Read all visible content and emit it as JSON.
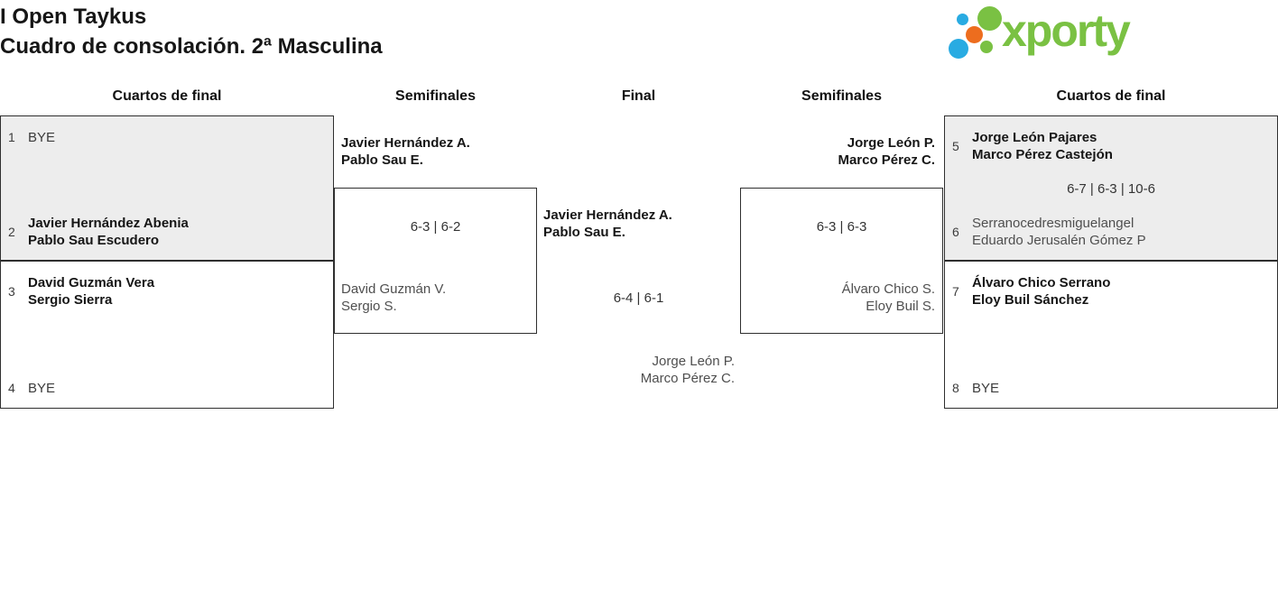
{
  "header": {
    "title_line1": "I Open Taykus",
    "title_line2": "Cuadro de consolación. 2ª Masculina",
    "logo_text": "xporty"
  },
  "columns": {
    "c1": "Cuartos de final",
    "c2": "Semifinales",
    "c3": "Final",
    "c4": "Semifinales",
    "c5": "Cuartos de final"
  },
  "bracket": {
    "qf_left_top": {
      "seed1": "1",
      "t1l1": "BYE",
      "score": "",
      "seed2": "2",
      "t2l1": "Javier Hernández Abenia",
      "t2l2": "Pablo Sau Escudero"
    },
    "qf_left_bottom": {
      "seed1": "3",
      "t1l1": "David Guzmán Vera",
      "t1l2": "Sergio Sierra",
      "score": "",
      "seed2": "4",
      "t2l1": "BYE"
    },
    "sf_left": {
      "winner1": "Javier Hernández A.",
      "winner2": "Pablo Sau E.",
      "score": "6-3 | 6-2",
      "loser1": "David Guzmán V.",
      "loser2": "Sergio S."
    },
    "final": {
      "winner1": "Javier Hernández A.",
      "winner2": "Pablo Sau E.",
      "score": "6-4 | 6-1",
      "loser1": "Jorge León P.",
      "loser2": "Marco Pérez C."
    },
    "sf_right": {
      "winner1": "Jorge León P.",
      "winner2": "Marco Pérez C.",
      "score": "6-3 | 6-3",
      "loser1": "Álvaro Chico S.",
      "loser2": "Eloy Buil S."
    },
    "qf_right_top": {
      "seed1": "5",
      "t1l1": "Jorge León Pajares",
      "t1l2": "Marco Pérez Castejón",
      "score": "6-7 | 6-3 | 10-6",
      "seed2": "6",
      "t2l1": "Serranocedresmiguelangel",
      "t2l2": "Eduardo Jerusalén Gómez P"
    },
    "qf_right_bottom": {
      "seed1": "7",
      "t1l1": "Álvaro Chico Serrano",
      "t1l2": "Eloy Buil Sánchez",
      "score": "",
      "seed2": "8",
      "t2l1": "BYE"
    }
  },
  "colors": {
    "brand_green": "#7ac143",
    "brand_blue": "#29abe2",
    "brand_orange": "#ed6d1e",
    "box_grey": "#ededed"
  }
}
